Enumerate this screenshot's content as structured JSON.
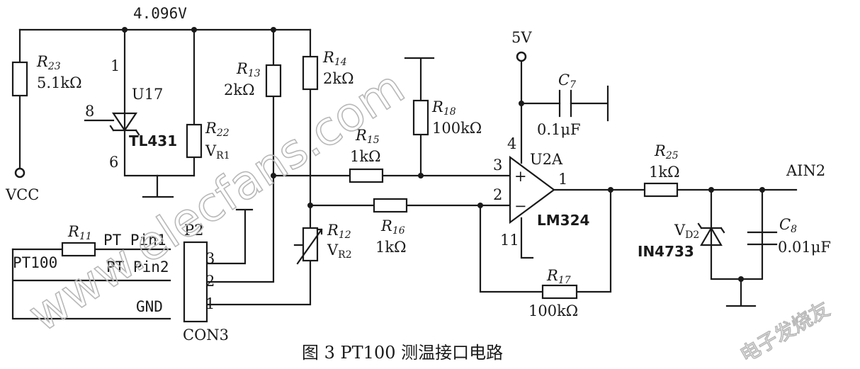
{
  "supply": {
    "ref_label": "4.096V",
    "vcc": "VCC",
    "five_v": "5V"
  },
  "components": {
    "r23": {
      "ref": "R",
      "sub": "23",
      "value": "5.1kΩ"
    },
    "u17": {
      "name": "U17",
      "part": "TL431",
      "pin1": "1",
      "pin8": "8",
      "pin6": "6"
    },
    "r22": {
      "ref": "R",
      "sub": "22",
      "alias": "V",
      "alias_sub": "R1"
    },
    "r13": {
      "ref": "R",
      "sub": "13",
      "value": "2kΩ"
    },
    "r14": {
      "ref": "R",
      "sub": "14",
      "value": "2kΩ"
    },
    "r18": {
      "ref": "R",
      "sub": "18",
      "value": "100kΩ"
    },
    "r15": {
      "ref": "R",
      "sub": "15",
      "value": "1kΩ"
    },
    "r12": {
      "ref": "R",
      "sub": "12",
      "alias": "V",
      "alias_sub": "R2"
    },
    "r16": {
      "ref": "R",
      "sub": "16",
      "value": "1kΩ"
    },
    "r17": {
      "ref": "R",
      "sub": "17",
      "value": "100kΩ"
    },
    "r11": {
      "ref": "R",
      "sub": "11"
    },
    "c7": {
      "ref": "C",
      "sub": "7",
      "value": "0.1μF"
    },
    "u2a": {
      "name": "U2A",
      "part": "LM324",
      "pin4": "4",
      "pin3": "3",
      "pin2": "2",
      "pin1": "1",
      "pin11": "11",
      "plus": "+",
      "minus": "−"
    },
    "r25": {
      "ref": "R",
      "sub": "25",
      "value": "1kΩ"
    },
    "vd2": {
      "ref": "V",
      "sub": "D2",
      "part": "IN4733"
    },
    "c8": {
      "ref": "C",
      "sub": "8",
      "value": "0.01μF"
    },
    "p2": {
      "name": "P2",
      "pin3": "3",
      "pin2": "2",
      "pin1": "1",
      "part": "CON3"
    }
  },
  "nets": {
    "pt100": "PT100",
    "pt_pin1": "PT Pin1",
    "pt_pin2": "PT Pin2",
    "gnd": "GND",
    "ain2": "AIN2"
  },
  "caption": "图 3  PT100 测温接口电路",
  "watermark": {
    "url": "www.elecfans.com",
    "cn": "电子发烧友"
  }
}
